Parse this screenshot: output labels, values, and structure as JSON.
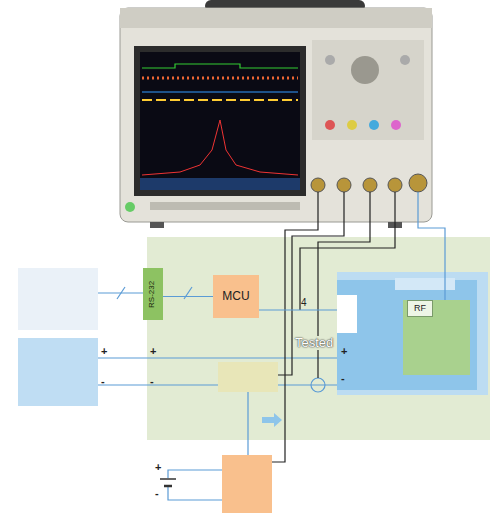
{
  "diagram": {
    "nodes": [
      {
        "text": [
          "RS-232"
        ]
      },
      {
        "text": [
          "MCU"
        ]
      },
      {
        "text": [
          "Tested"
        ]
      },
      {
        "text": [
          "RF"
        ],
        "in": 2
      }
    ],
    "edges": [
      {
        "from": 0,
        "to": 1,
        "arrow": "none"
      },
      {
        "from": 1,
        "to": 2,
        "arrow": "none",
        "label": "4"
      }
    ],
    "labels": [
      "+",
      "-",
      "+",
      "-",
      "+",
      "-",
      "+",
      "-"
    ]
  }
}
